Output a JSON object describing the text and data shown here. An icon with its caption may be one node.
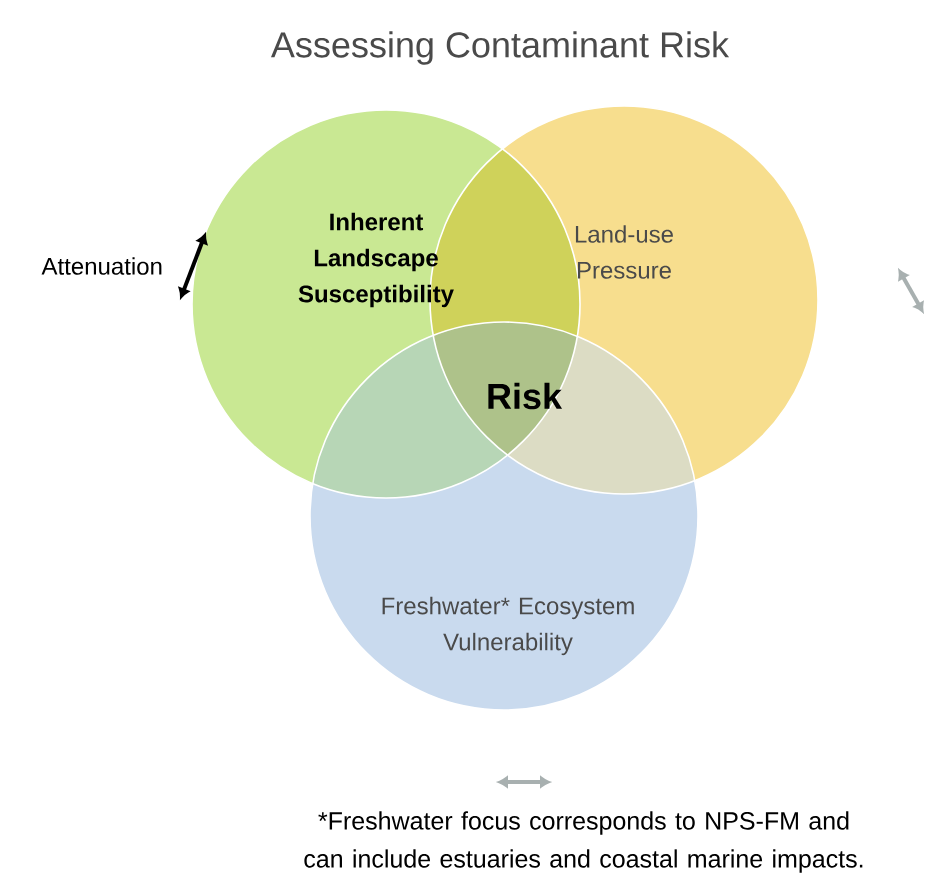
{
  "diagram": {
    "title": "Assessing Contaminant Risk",
    "nodes": [
      {
        "text": [
          "Inherent Landscape Susceptibility"
        ]
      },
      {
        "text": [
          "Land-use Pressure"
        ]
      },
      {
        "text": [
          "Freshwater* Ecosystem Vulnerability"
        ]
      },
      {
        "text": [
          "Risk"
        ]
      }
    ],
    "labels": [
      "Attenuation"
    ],
    "caption": "*Freshwater focus corresponds to NPS-FM and can include estuaries and coastal marine impacts."
  }
}
